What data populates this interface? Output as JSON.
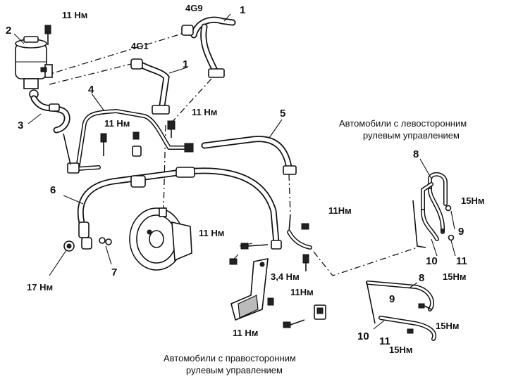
{
  "callouts": {
    "n1a": "1",
    "n1b": "1",
    "n2": "2",
    "n3": "3",
    "n4": "4",
    "n5": "5",
    "n6": "6",
    "n7": "7",
    "n8a": "8",
    "n8b": "8",
    "n9a": "9",
    "n9b": "9",
    "n10a": "10",
    "n10b": "10",
    "n11a": "11",
    "n11b": "11"
  },
  "engine_labels": {
    "g9": "4G9",
    "g1": "4G1"
  },
  "torques": {
    "t_res": "11 Нм",
    "t_bracket": "11 Нм",
    "t_mid": "11 Нм",
    "t_right": "11Нм",
    "t_pump": "11 Нм",
    "t_17": "17 Нм",
    "t_34": "3,4 Нм",
    "t_11a": "11Нм",
    "t_11b": "11 Нм",
    "t_15a": "15Нм",
    "t_15b": "15Нм",
    "t_15c": "15Нм",
    "t_15d": "15Нм"
  },
  "captions": {
    "lhd_line1": "Автомобили с левосторонним",
    "lhd_line2": "рулевым управлением",
    "rhd_line1": "Автомобили с правосторонним",
    "rhd_line2": "рулевым управлением"
  }
}
